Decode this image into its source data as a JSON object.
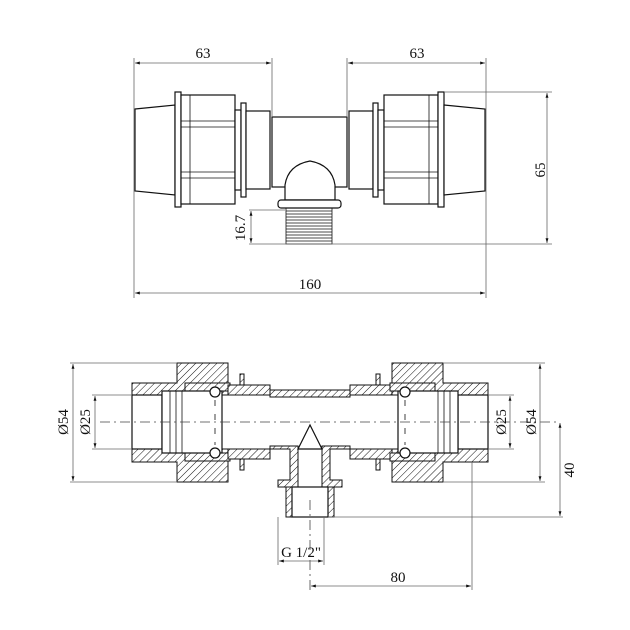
{
  "top_view": {
    "dim_left_length": "63",
    "dim_right_length": "63",
    "dim_total_length": "160",
    "dim_height": "65",
    "dim_thread_length": "16.7"
  },
  "section_view": {
    "dim_left_outer_diameter": "Ø54",
    "dim_left_pipe_diameter": "Ø25",
    "dim_right_pipe_diameter": "Ø25",
    "dim_right_outer_diameter": "Ø54",
    "dim_outlet_depth": "40",
    "dim_thread_size": "G 1/2\"",
    "dim_half_length": "80"
  }
}
